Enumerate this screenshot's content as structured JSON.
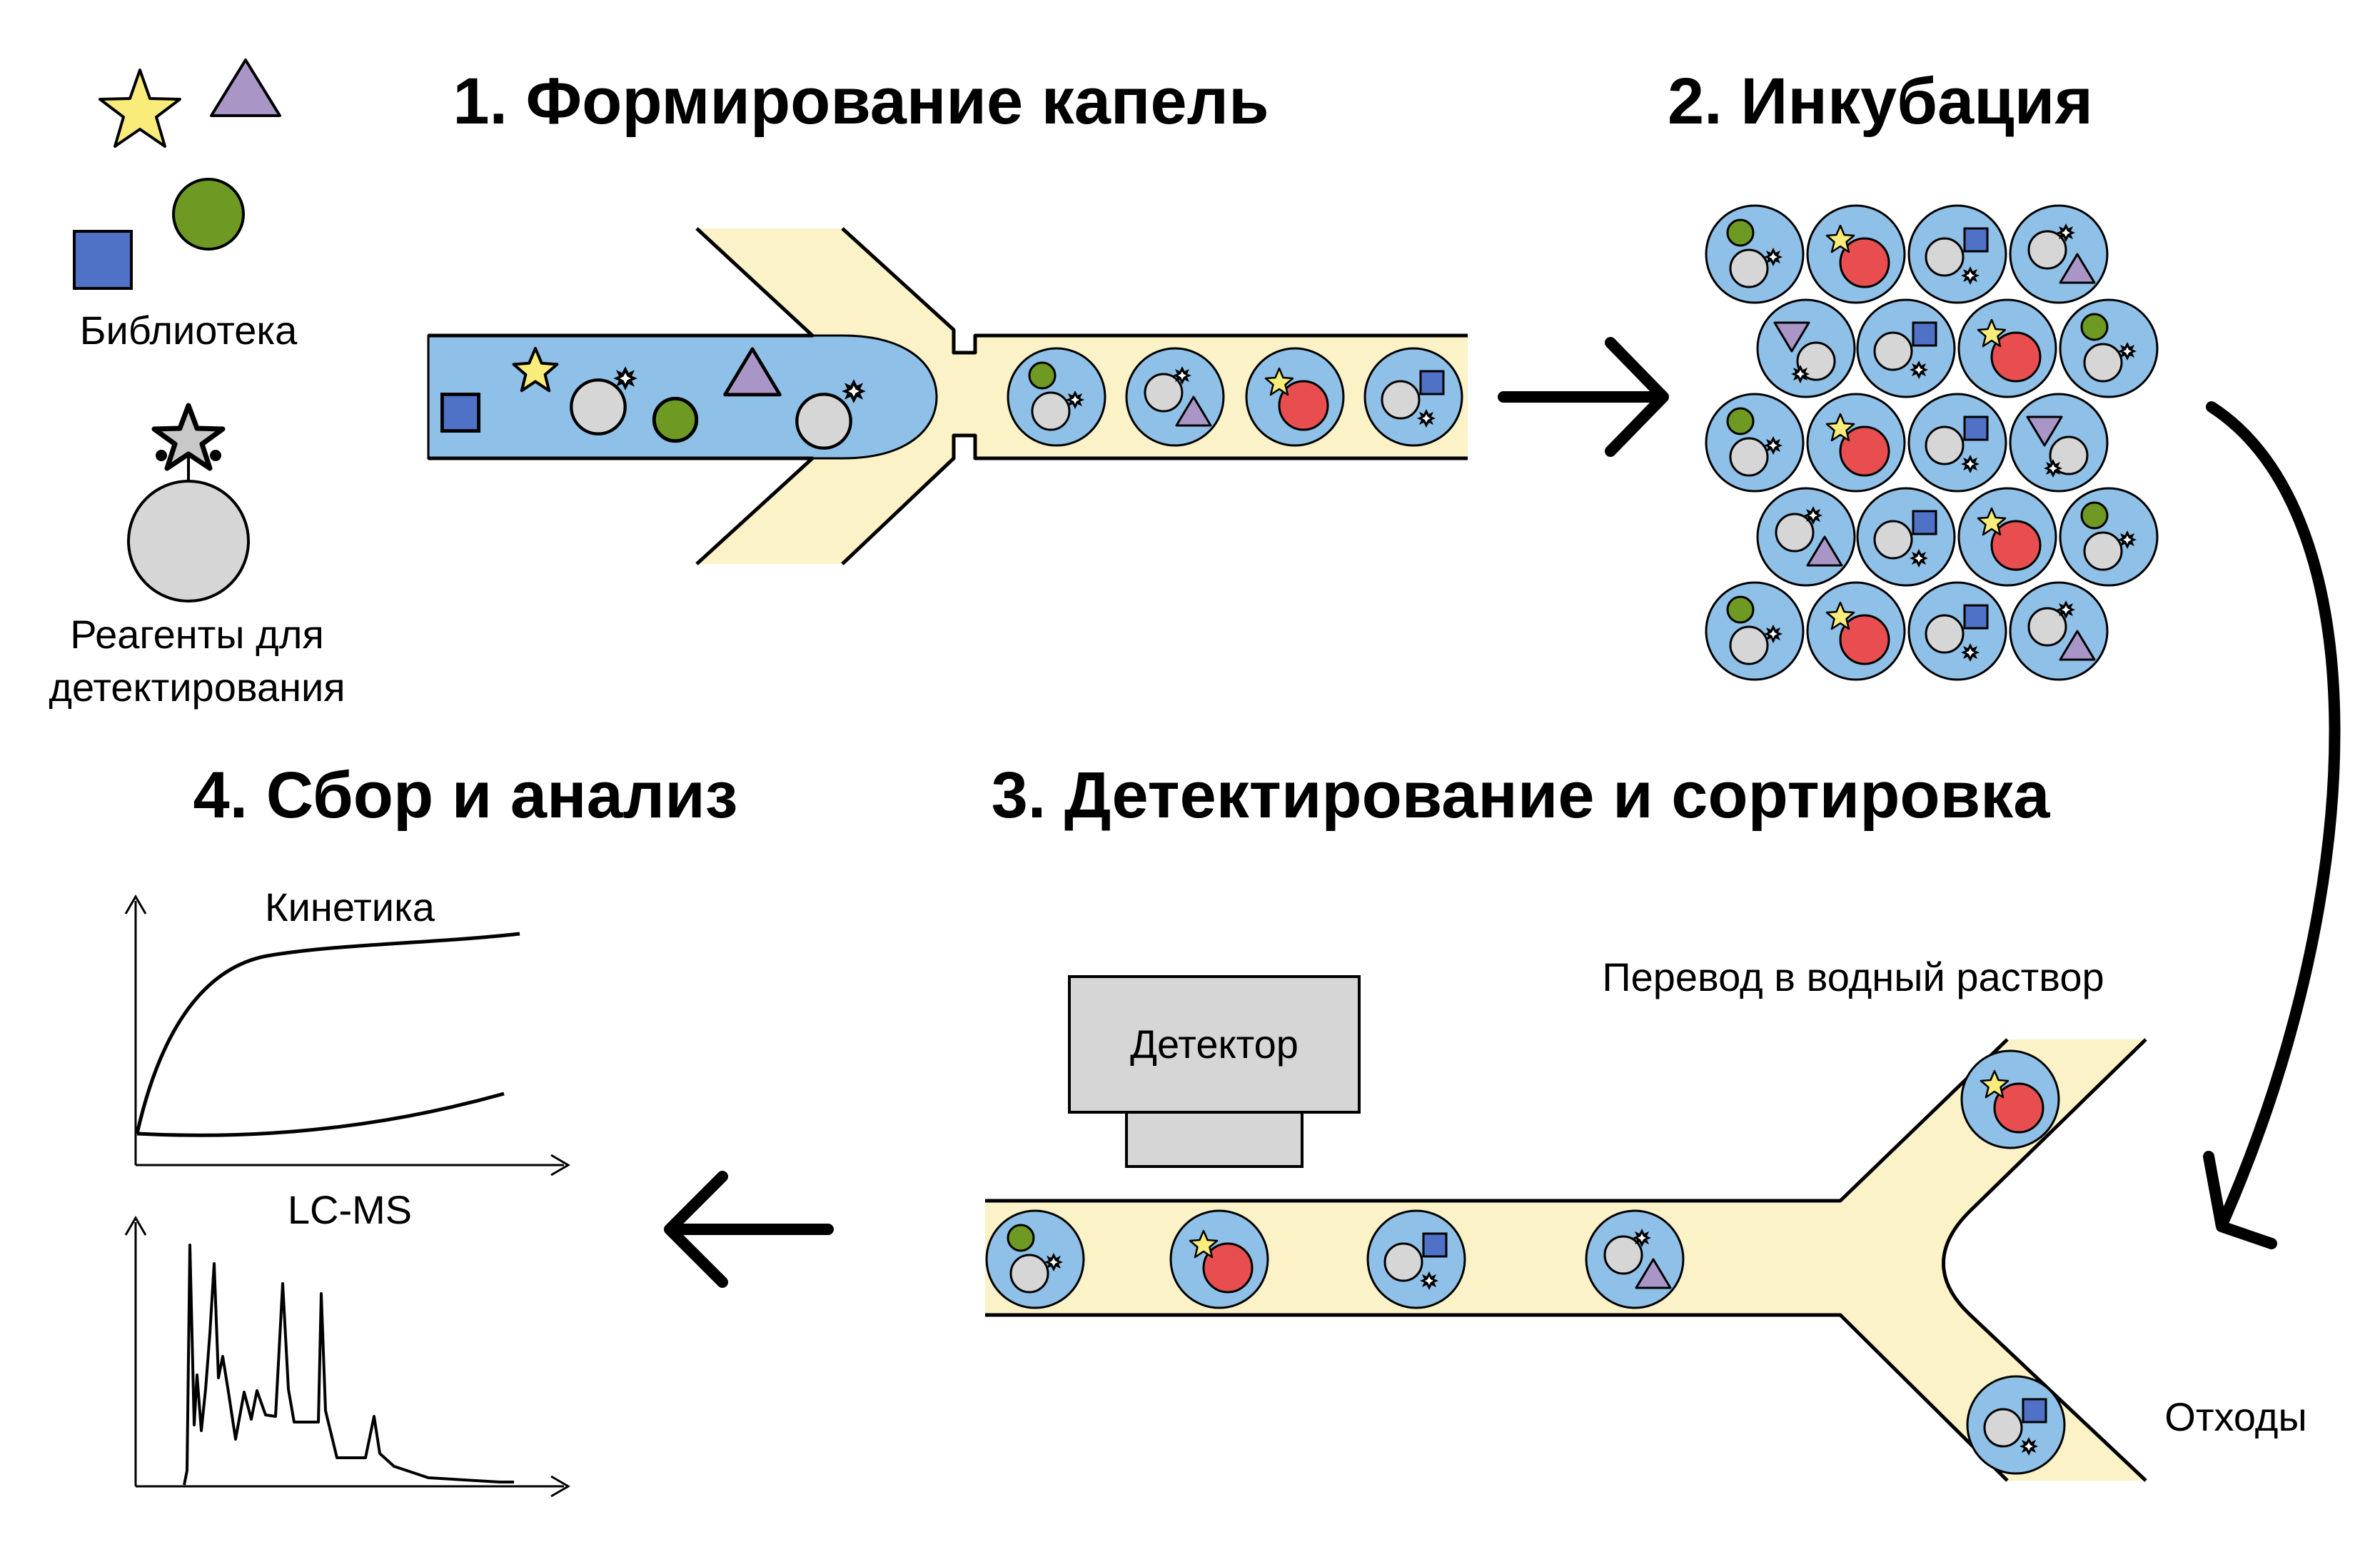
{
  "steps": {
    "step1_title": "1. Формирование капель",
    "step2_title": "2. Инкубация",
    "step3_title": "3. Детектирование и сортировка",
    "step4_title": "4. Сбор и анализ"
  },
  "legend": {
    "library_label": "Библиотека",
    "reagents_label_line1": "Реагенты для",
    "reagents_label_line2": "детектирования"
  },
  "sorting": {
    "detector_label": "Детектор",
    "aqueous_label": "Перевод в водный раствор",
    "waste_label": "Отходы"
  },
  "analysis": {
    "kinetics_label": "Кинетика",
    "lcms_label": "LC-MS"
  },
  "colors": {
    "oil": "#fbf2c8",
    "droplet": "#8fc0e8",
    "library_square": "#4f72c6",
    "library_circle": "#6e9a24",
    "library_star": "#f9ec7a",
    "library_triangle": "#a996c7",
    "product": "#e84e4f",
    "reagent_bead": "#d6d6d6",
    "detector": "#d6d6d6"
  },
  "icons": [
    "star-icon",
    "triangle-icon",
    "circle-icon",
    "square-icon",
    "bead-with-star-icon",
    "arrow-right-icon",
    "arrow-left-icon",
    "curved-arrow-icon"
  ]
}
